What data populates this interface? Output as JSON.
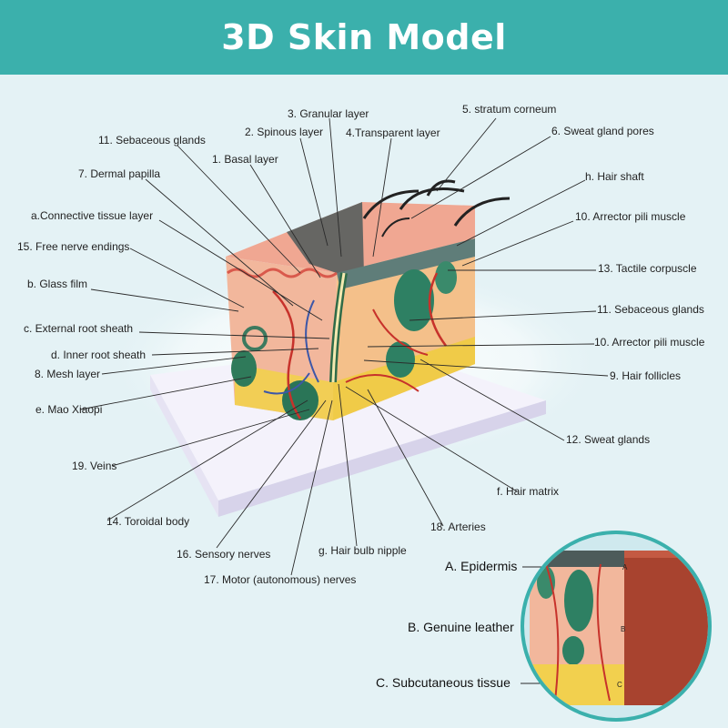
{
  "title": "3D Skin Model",
  "labels": {
    "l_granular": "3. Granular layer",
    "l_stratum": "5. stratum corneum",
    "l_spinous": "2. Spinous layer",
    "l_transparent": "4.Transparent layer",
    "l_sweat_pores": "6. Sweat gland pores",
    "l_sebaceous_top": "11. Sebaceous glands",
    "l_basal": "1. Basal layer",
    "l_dermal_papilla": "7. Dermal papilla",
    "l_hair_shaft": "h. Hair shaft",
    "l_connective": "a.Connective tissue layer",
    "l_arrector_top": "10. Arrector pili muscle",
    "l_free_nerve": "15. Free nerve endings",
    "l_tactile": "13. Tactile corpuscle",
    "l_glass_film": "b. Glass film",
    "l_sebaceous_right": "11. Sebaceous glands",
    "l_ext_root": "c. External root sheath",
    "l_arrector_right": "10. Arrector pili muscle",
    "l_inner_root": "d. Inner root sheath",
    "l_mesh": "8. Mesh layer",
    "l_hair_follicles": "9. Hair follicles",
    "l_mao": "e. Mao Xiaopi",
    "l_sweat_glands": "12. Sweat glands",
    "l_veins": "19. Veins",
    "l_hair_matrix": "f. Hair matrix",
    "l_toroidal": "14. Toroidal body",
    "l_arteries": "18. Arteries",
    "l_sensory": "16. Sensory nerves",
    "l_bulb": "g. Hair bulb nipple",
    "l_motor": "17. Motor (autonomous) nerves",
    "l_epidermis": "A. Epidermis",
    "l_leather": "B. Genuine leather",
    "l_subcut": "C. Subcutaneous tissue"
  },
  "callout_letters": {
    "a": "A",
    "b": "B",
    "c": "C"
  }
}
